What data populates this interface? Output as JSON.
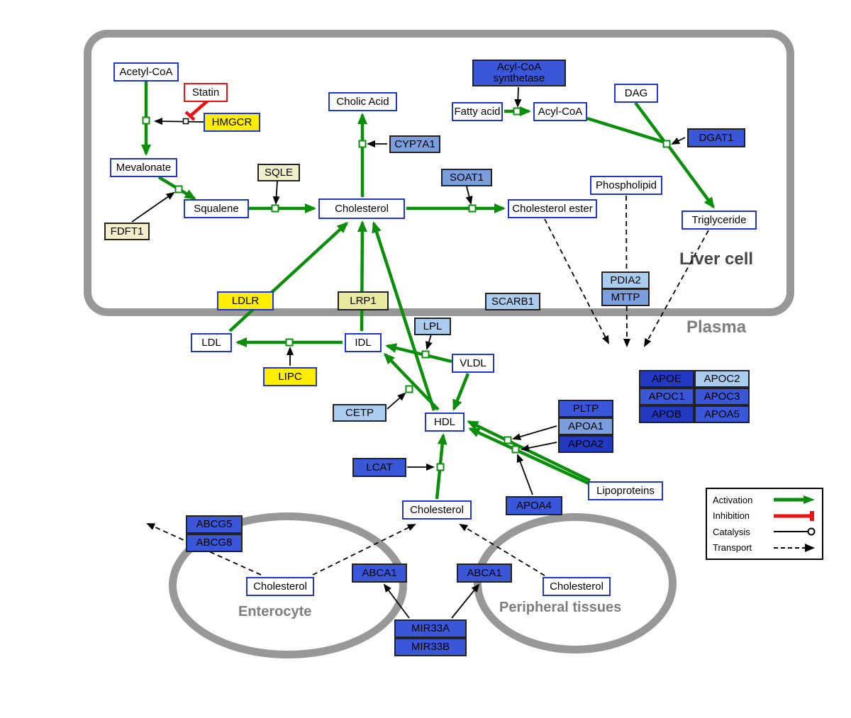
{
  "compartments": {
    "liver": "Liver cell",
    "plasma": "Plasma",
    "enterocyte": "Enterocyte",
    "peripheral": "Peripheral tissues"
  },
  "nodes": {
    "acetyl_coa": "Acetyl-CoA",
    "statin": "Statin",
    "hmgcr": "HMGCR",
    "mevalonate": "Mevalonate",
    "cholic_acid": "Cholic Acid",
    "cyp7a1": "CYP7A1",
    "sqle": "SQLE",
    "fdft1": "FDFT1",
    "squalene": "Squalene",
    "cholesterol_liver": "Cholesterol",
    "soat1": "SOAT1",
    "cholesterol_ester": "Cholesterol ester",
    "acyl_coa_synthetase": "Acyl-CoA synthetase",
    "fatty_acid": "Fatty acid",
    "acyl_coa": "Acyl-CoA",
    "dag": "DAG",
    "dgat1": "DGAT1",
    "phospholipid": "Phospholipid",
    "triglyceride": "Triglyceride",
    "pdia2": "PDIA2",
    "mttp": "MTTP",
    "scarb1": "SCARB1",
    "ldlr": "LDLR",
    "lrp1": "LRP1",
    "ldl": "LDL",
    "idl": "IDL",
    "lpl": "LPL",
    "vldl": "VLDL",
    "lipc": "LIPC",
    "cetp": "CETP",
    "hdl": "HDL",
    "lcat": "LCAT",
    "pltp": "PLTP",
    "apoa1": "APOA1",
    "apoa2": "APOA2",
    "apoa4": "APOA4",
    "lipoproteins": "Lipoproteins",
    "apoe": "APOE",
    "apoc2": "APOC2",
    "apoc1": "APOC1",
    "apoc3": "APOC3",
    "apob": "APOB",
    "apoa5": "APOA5",
    "cholesterol_plasma": "Cholesterol",
    "abcg5": "ABCG5",
    "abcg8": "ABCG8",
    "cholesterol_enterocyte": "Cholesterol",
    "abca1_enterocyte": "ABCA1",
    "abca1_peripheral": "ABCA1",
    "cholesterol_peripheral": "Cholesterol",
    "mir33a": "MIR33A",
    "mir33b": "MIR33B"
  },
  "legend": {
    "activation": "Activation",
    "inhibition": "Inhibition",
    "catalysis": "Catalysis",
    "transport": "Transport"
  },
  "palette": {
    "activation_green": "#0b8f0b",
    "inhibition_red": "#ee1111",
    "membrane_gray": "#989898",
    "metabolite_border_blue": "#1f35cf",
    "gene_yellow": "#ffee00",
    "gene_pale_yellow": "#f0efc8",
    "gene_khaki": "#e9e9a0",
    "gene_blue_light": "#aaccee",
    "gene_blue_medium": "#7a9ede",
    "gene_blue_royal": "#3a57d9",
    "gene_blue_dark": "#2239c2"
  }
}
